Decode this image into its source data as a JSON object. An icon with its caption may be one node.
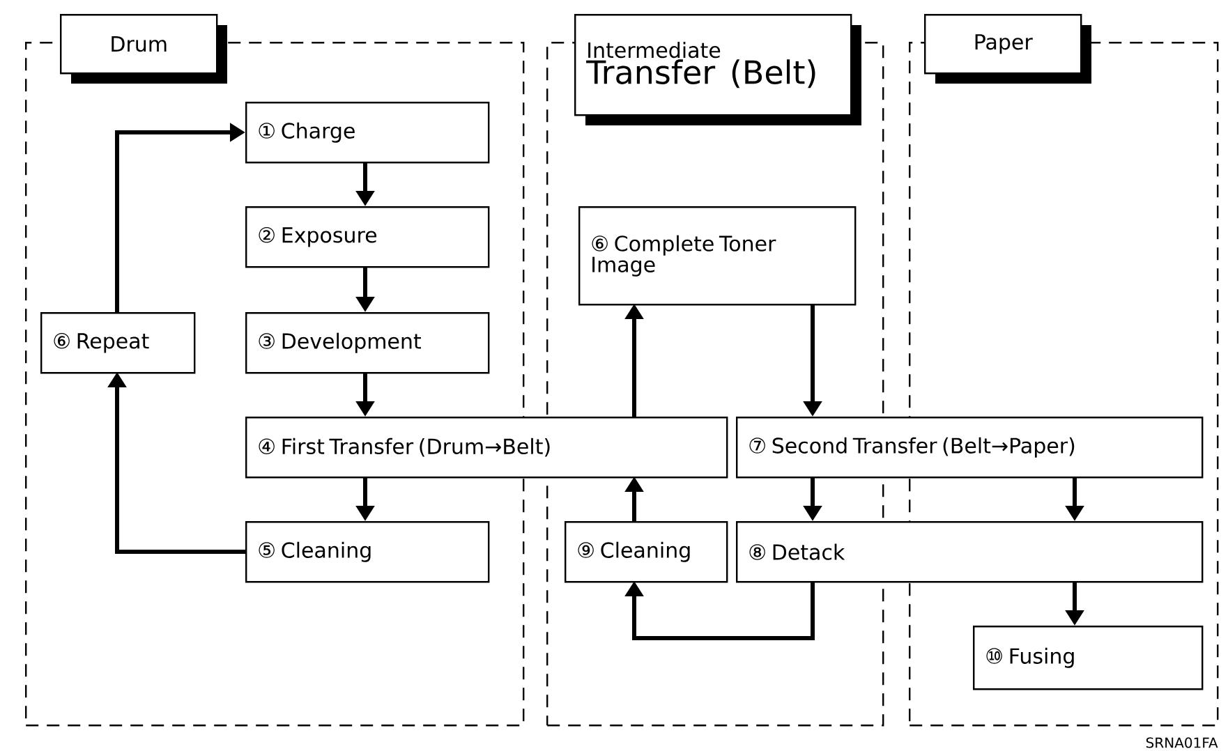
{
  "diagram": {
    "nodes": [
      {
        "text": [],
        "shape": "box"
      },
      {
        "text": [
          "Drum"
        ]
      },
      {
        "text": [],
        "shape": "box"
      },
      {
        "text": [
          "Intermediate",
          "Transfer (Belt)"
        ]
      },
      {
        "text": [],
        "shape": "box"
      },
      {
        "text": [
          "Paper"
        ]
      },
      {
        "text": [
          "① Charge"
        ],
        "in": 0
      },
      {
        "text": [
          "② Exposure"
        ],
        "in": 0
      },
      {
        "text": [
          "③ Development"
        ],
        "in": 0
      },
      {
        "text": [
          "⑥ Repeat"
        ],
        "in": 0
      },
      {
        "text": [
          "④ First Transfer (Drum→Belt)"
        ]
      },
      {
        "text": [
          "⑤ Cleaning"
        ],
        "in": 0
      },
      {
        "text": [
          "⑥ Complete Toner Image"
        ],
        "in": 2
      },
      {
        "text": [
          "⑦ Second Transfer (Belt→Paper)"
        ]
      },
      {
        "text": [
          "⑨ Cleaning"
        ],
        "in": 2
      },
      {
        "text": [
          "⑧ Detack"
        ]
      },
      {
        "text": [
          "⑩ Fusing"
        ],
        "in": 4
      }
    ],
    "edges": [
      {
        "from": 9,
        "to": 6,
        "arrow": "to"
      },
      {
        "from": 6,
        "to": 7,
        "arrow": "to"
      },
      {
        "from": 7,
        "to": 8,
        "arrow": "to"
      },
      {
        "from": 8,
        "to": 10,
        "arrow": "to"
      },
      {
        "from": 10,
        "to": 11,
        "arrow": "to"
      },
      {
        "from": 11,
        "to": 9,
        "arrow": "to"
      },
      {
        "from": 10,
        "to": 12,
        "arrow": "to"
      },
      {
        "from": 12,
        "to": 13,
        "arrow": "to"
      },
      {
        "from": 13,
        "to": 15,
        "arrow": "to"
      },
      {
        "from": 13,
        "to": 15,
        "arrow": "to"
      },
      {
        "from": 15,
        "to": 16,
        "arrow": "to"
      },
      {
        "from": 15,
        "to": 14,
        "arrow": "to"
      },
      {
        "from": 14,
        "to": 10,
        "arrow": "to"
      }
    ],
    "labels": [
      "SRNA01FA"
    ]
  }
}
